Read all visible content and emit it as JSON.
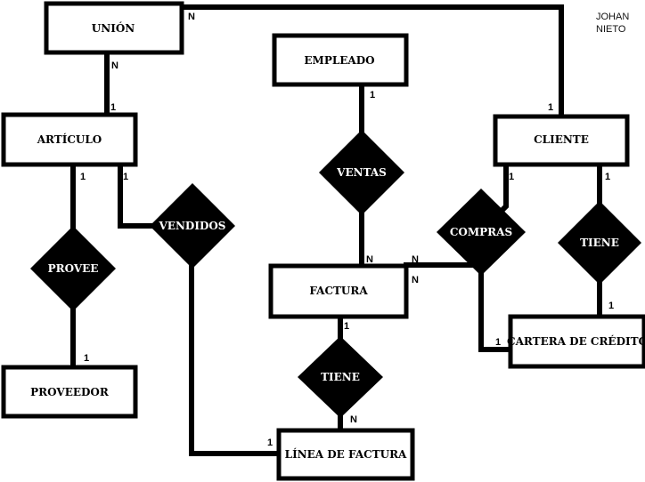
{
  "author": {
    "line1": "JOHAN",
    "line2": "NIETO"
  },
  "colors": {
    "line": "#000000",
    "relationship_fill": "#000000",
    "entity_fill": "#ffffff",
    "relationship_text": "#ffffff"
  },
  "entities": {
    "union": "UNIÓN",
    "articulo": "ARTÍCULO",
    "empleado": "EMPLEADO",
    "cliente": "CLIENTE",
    "factura": "FACTURA",
    "proveedor": "PROVEEDOR",
    "cartera": "CARTERA DE CRÉDITO",
    "linea_factura": "LÍNEA DE FACTURA"
  },
  "relationships": {
    "provee": "PROVEE",
    "vendidos": "VENDIDOS",
    "ventas": "VENTAS",
    "compras": "COMPRAS",
    "tiene_cliente": "TIENE",
    "tiene_factura": "TIENE"
  },
  "cardinalities": {
    "union_cliente": "N",
    "union_articulo_n": "N",
    "union_articulo_1": "1",
    "cliente_union": "1",
    "empleado_ventas": "1",
    "articulo_provee": "1",
    "articulo_vendidos": "1",
    "proveedor_provee": "1",
    "ventas_factura": "N",
    "compras_factura_top": "N",
    "compras_factura_side": "N",
    "cliente_compras": "1",
    "cliente_tiene": "1",
    "cartera_tiene": "1",
    "cartera_compras": "1",
    "factura_tiene": "1",
    "linea_tiene": "N",
    "linea_vendidos": "1"
  }
}
